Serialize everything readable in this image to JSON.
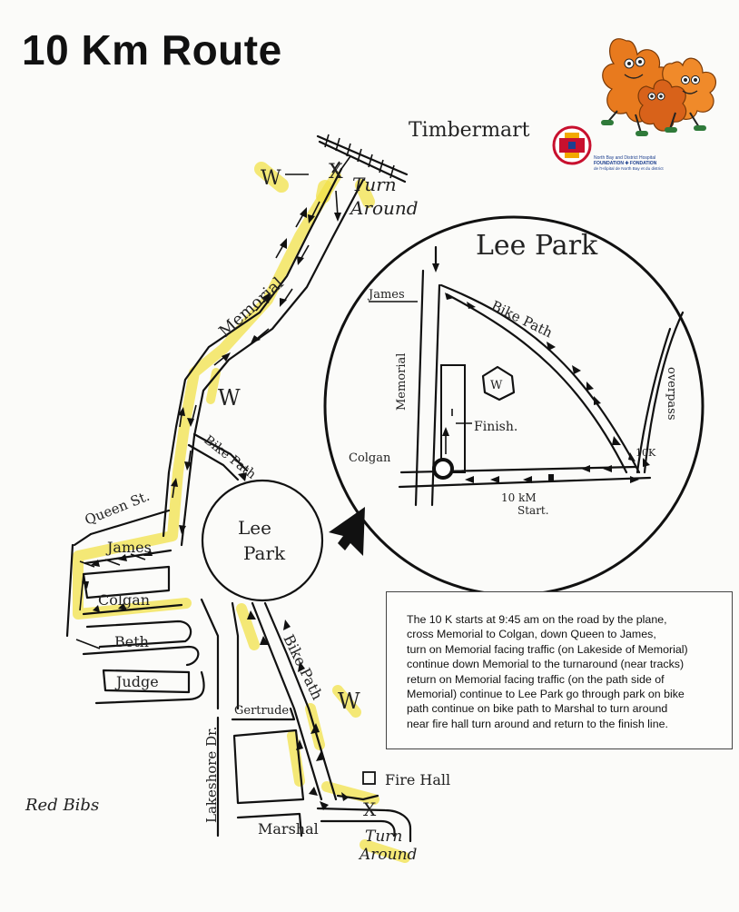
{
  "title": "10 Km Route",
  "logo": {
    "icon": "maple-leaf-mascots-icon",
    "foundation_text": [
      "North Bay and District Hospital",
      "FOUNDATION ✚ FONDATION",
      "de l'Hôpital de North Bay et du district"
    ]
  },
  "labels": {
    "timbermart": "Timbermart",
    "turn_around_top_1": "Turn",
    "turn_around_top_2": "Around",
    "water_1": "W",
    "water_2": "W",
    "water_3": "W",
    "memorial": "Memorial",
    "bike_path_top": "Bike Path",
    "bike_path_lower": "Bike Path",
    "queen_st": "Queen St.",
    "james": "James",
    "colgan": "Colgan",
    "beth": "Beth",
    "judge": "Judge",
    "lee_park_1": "Lee",
    "lee_park_2": "Park",
    "gertrude": "Gertrude",
    "lakeshore": "Lakeshore Dr.",
    "fire_hall": "Fire Hall",
    "marshal": "Marshal",
    "turn_around_bottom_1": "Turn",
    "turn_around_bottom_2": "Around",
    "red_bibs": "Red Bibs"
  },
  "inset": {
    "title": "Lee Park",
    "james": "James",
    "bike_path": "Bike Path",
    "memorial": "Memorial",
    "overpass": "overpass",
    "water": "W",
    "finish": "Finish.",
    "colgan": "Colgan",
    "ten_k": "10K",
    "start_1": "10 kM",
    "start_2": "Start."
  },
  "info_text": [
    "The  10 K starts at 9:45 am on the road by the plane,",
    "cross Memorial to Colgan, down Queen to James,",
    "turn on Memorial  facing traffic (on Lakeside of Memorial)",
    "continue down Memorial to the turnaround (near tracks)",
    "return on Memorial facing traffic (on the path side of",
    "Memorial) continue to Lee Park go through park on bike",
    "path  continue  on bike path to Marshal to turn around",
    "near fire hall turn around and return to the finish line."
  ],
  "colors": {
    "highlight": "#f2e24a",
    "ink": "#111111",
    "leaf": "#e87a1e"
  }
}
